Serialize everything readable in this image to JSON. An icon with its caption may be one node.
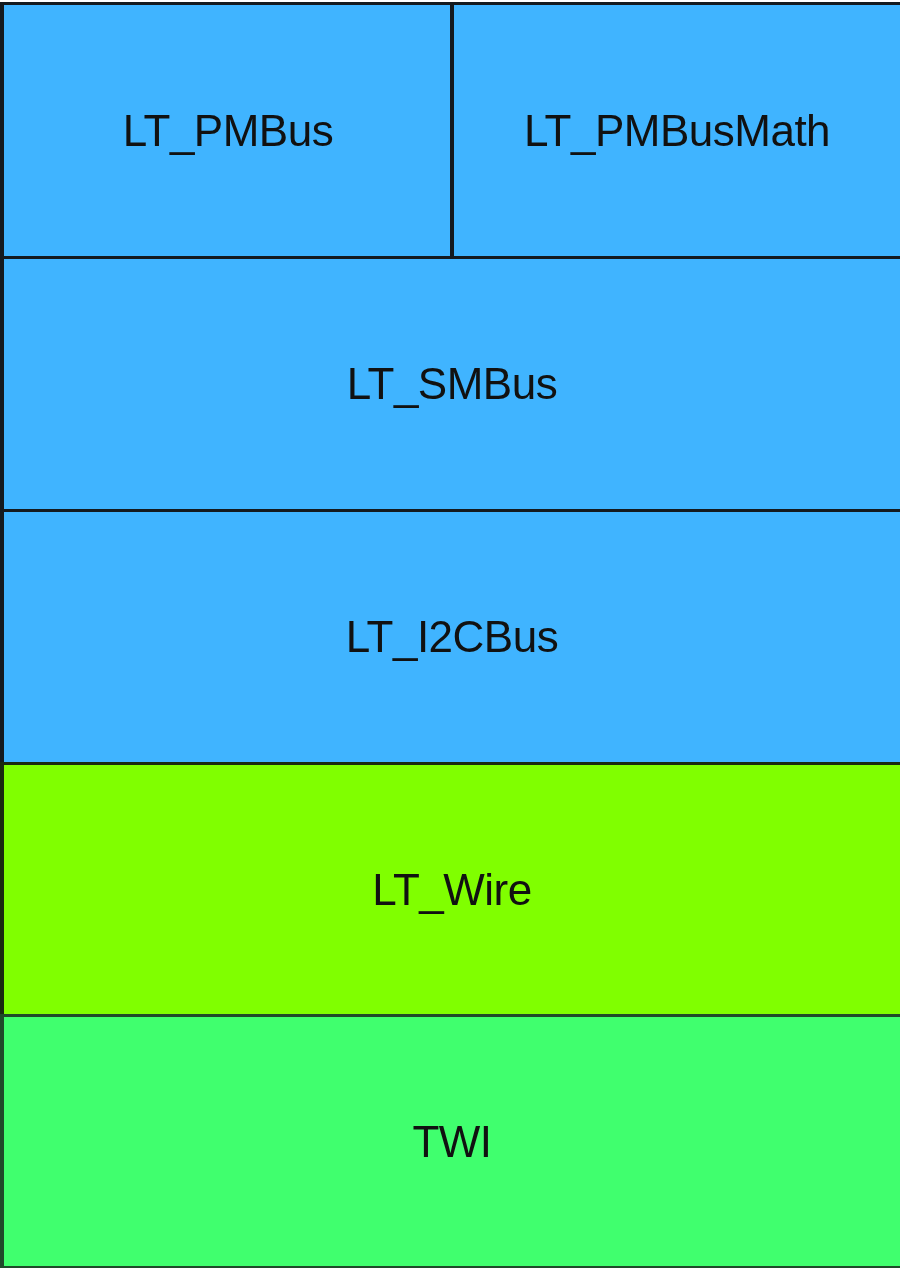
{
  "diagram": {
    "nodes": [
      {
        "text": [
          "LT_PMBus"
        ]
      },
      {
        "text": [
          "LT_PMBusMath"
        ]
      },
      {
        "text": [
          "LT_SMBus"
        ]
      },
      {
        "text": [
          "LT_I2CBus"
        ]
      },
      {
        "text": [
          "LT_Wire"
        ]
      },
      {
        "text": [
          "TWI"
        ]
      }
    ]
  }
}
